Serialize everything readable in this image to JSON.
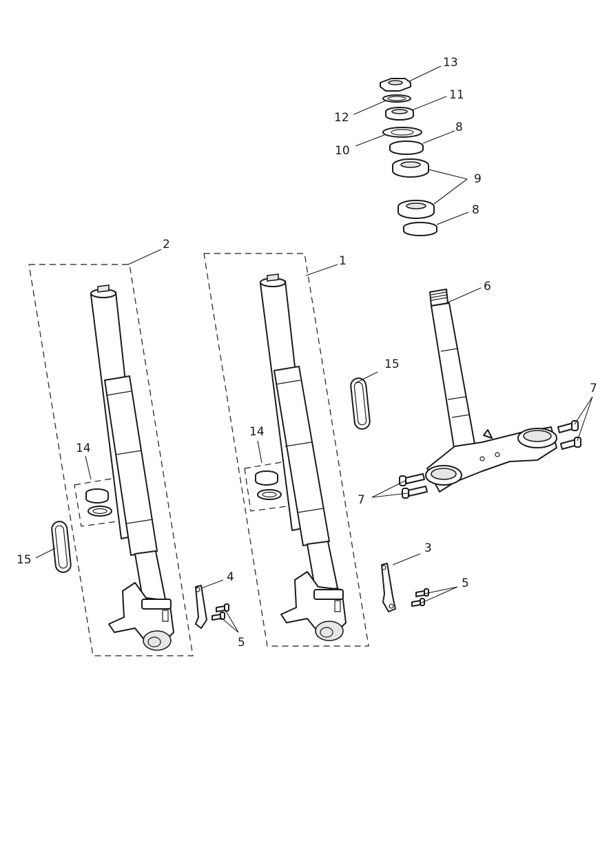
{
  "callouts": {
    "c1": "1",
    "c2": "2",
    "c3": "3",
    "c4": "4",
    "c5a": "5",
    "c5b": "5",
    "c6": "6",
    "c7a": "7",
    "c7b": "7",
    "c8a": "8",
    "c8b": "8",
    "c9": "9",
    "c10": "10",
    "c11": "11",
    "c12": "12",
    "c13": "13",
    "c14a": "14",
    "c14b": "14",
    "c15a": "15",
    "c15b": "15"
  },
  "colors": {
    "line": "#1a1a1a",
    "background": "#ffffff",
    "shade": "#e6e6e6"
  }
}
